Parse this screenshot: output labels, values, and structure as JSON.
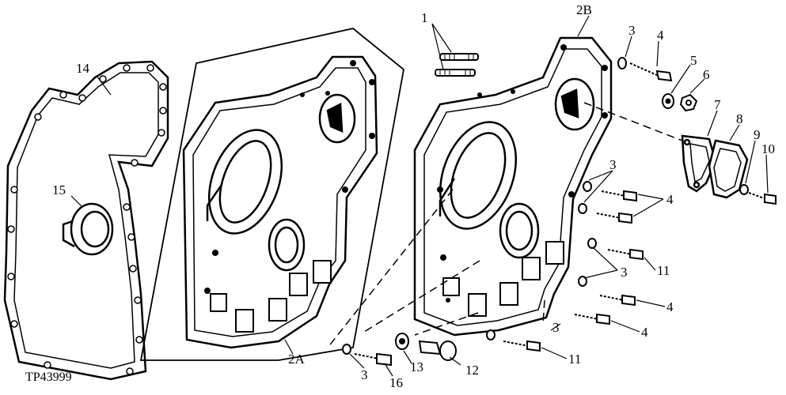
{
  "figure": {
    "reference": "TP43999",
    "callouts": {
      "c1": "1",
      "c2A": "2A",
      "c2B": "2B",
      "c3a": "3",
      "c3b": "3",
      "c3c": "3",
      "c3d": "3",
      "c3e": "3",
      "c4a": "4",
      "c4b": "4",
      "c4c": "4",
      "c4d": "4",
      "c5": "5",
      "c6": "6",
      "c7": "7",
      "c8": "8",
      "c9": "9",
      "c10": "10",
      "c11a": "11",
      "c11b": "11",
      "c12": "12",
      "c13": "13",
      "c14": "14",
      "c15": "15",
      "c16": "16"
    }
  }
}
